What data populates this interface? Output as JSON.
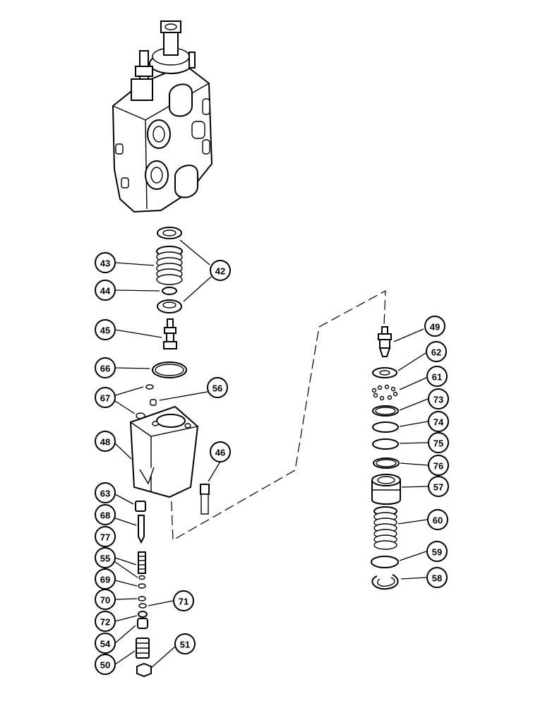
{
  "callouts": [
    {
      "id": "c42",
      "label": "42"
    },
    {
      "id": "c43",
      "label": "43"
    },
    {
      "id": "c44",
      "label": "44"
    },
    {
      "id": "c45",
      "label": "45"
    },
    {
      "id": "c66",
      "label": "66"
    },
    {
      "id": "c67",
      "label": "67"
    },
    {
      "id": "c56",
      "label": "56"
    },
    {
      "id": "c48",
      "label": "48"
    },
    {
      "id": "c46",
      "label": "46"
    },
    {
      "id": "c63",
      "label": "63"
    },
    {
      "id": "c68",
      "label": "68"
    },
    {
      "id": "c77",
      "label": "77"
    },
    {
      "id": "c55",
      "label": "55"
    },
    {
      "id": "c69",
      "label": "69"
    },
    {
      "id": "c70",
      "label": "70"
    },
    {
      "id": "c71",
      "label": "71"
    },
    {
      "id": "c72",
      "label": "72"
    },
    {
      "id": "c54",
      "label": "54"
    },
    {
      "id": "c50",
      "label": "50"
    },
    {
      "id": "c51",
      "label": "51"
    },
    {
      "id": "c49",
      "label": "49"
    },
    {
      "id": "c62",
      "label": "62"
    },
    {
      "id": "c61",
      "label": "61"
    },
    {
      "id": "c73",
      "label": "73"
    },
    {
      "id": "c74",
      "label": "74"
    },
    {
      "id": "c75",
      "label": "75"
    },
    {
      "id": "c76",
      "label": "76"
    },
    {
      "id": "c57",
      "label": "57"
    },
    {
      "id": "c60",
      "label": "60"
    },
    {
      "id": "c59",
      "label": "59"
    },
    {
      "id": "c58",
      "label": "58"
    }
  ]
}
